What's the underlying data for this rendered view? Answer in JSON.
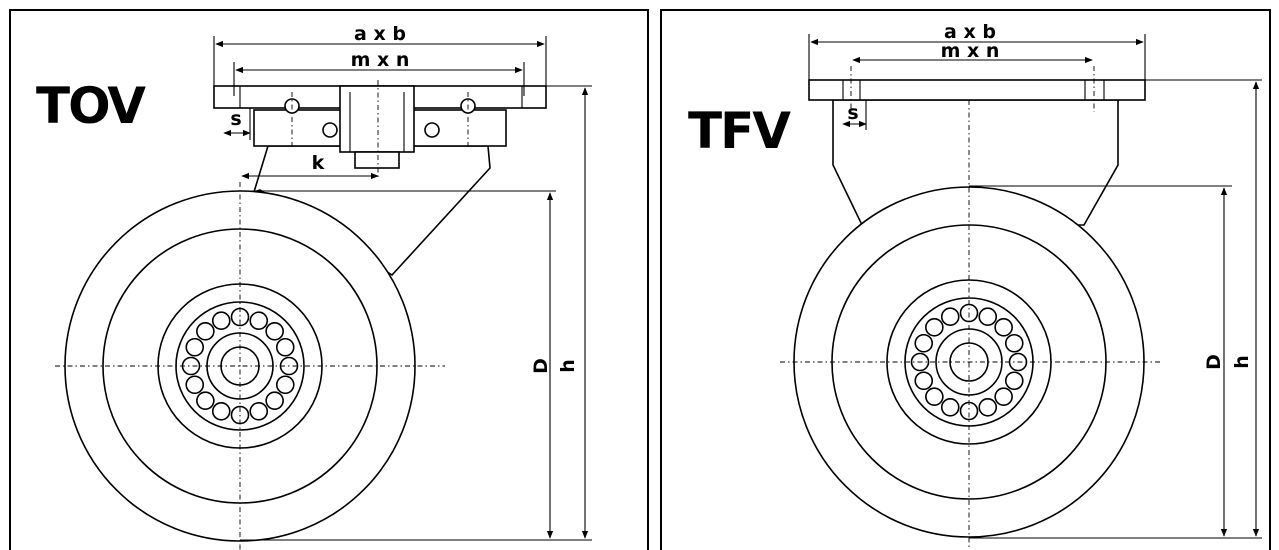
{
  "left_panel": {
    "title": "TOV",
    "labels": {
      "axb": "a x b",
      "mxn": "m x n",
      "s": "s",
      "k": "k",
      "D": "D",
      "h": "h"
    }
  },
  "right_panel": {
    "title": "TFV",
    "labels": {
      "axb": "a x b",
      "mxn": "m x n",
      "s": "s",
      "D": "D",
      "h": "h"
    }
  }
}
